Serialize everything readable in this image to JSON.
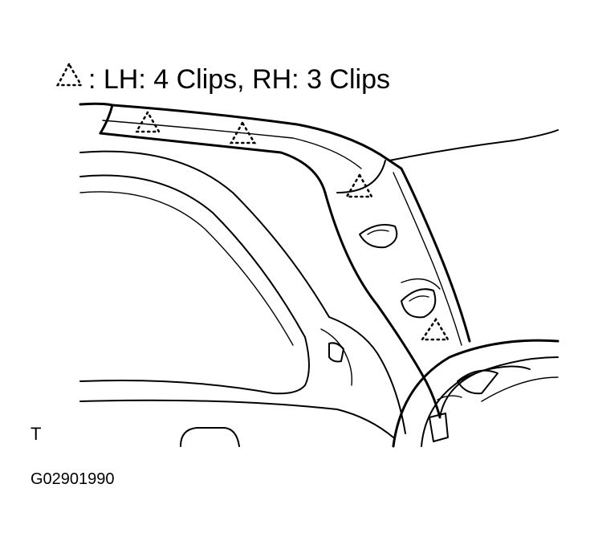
{
  "legend": {
    "symbol": "clip-triangle-icon",
    "text": ": LH: 4 Clips, RH: 3 Clips"
  },
  "view_label": "T",
  "figure_id": "G02901990",
  "colors": {
    "line": "#000000",
    "background": "#ffffff"
  }
}
